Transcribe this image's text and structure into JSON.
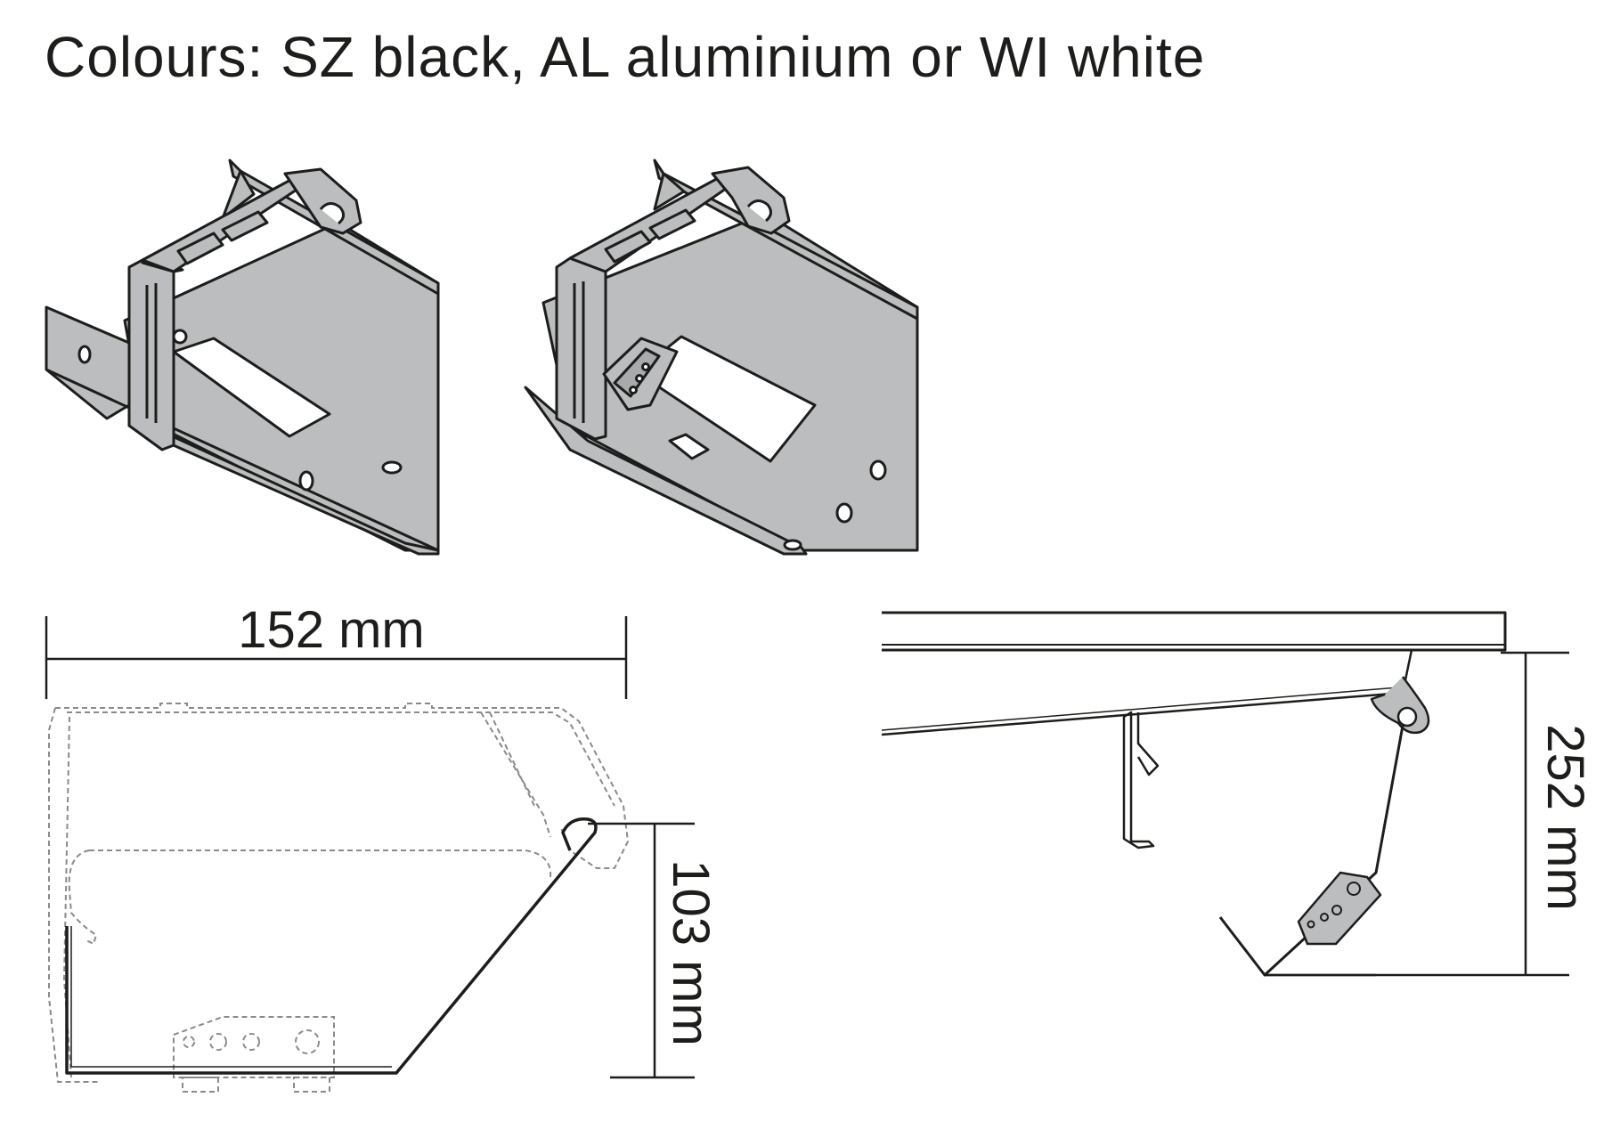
{
  "caption": "Colours: SZ black, AL aluminium or WI white",
  "dimensions": {
    "width": "152 mm",
    "depth": "103 mm",
    "height": "252 mm"
  },
  "colors": {
    "ink": "#1d1d1b",
    "fill": "#bcbdbf",
    "paper": "#ffffff",
    "dash": "#8a8a8a"
  }
}
